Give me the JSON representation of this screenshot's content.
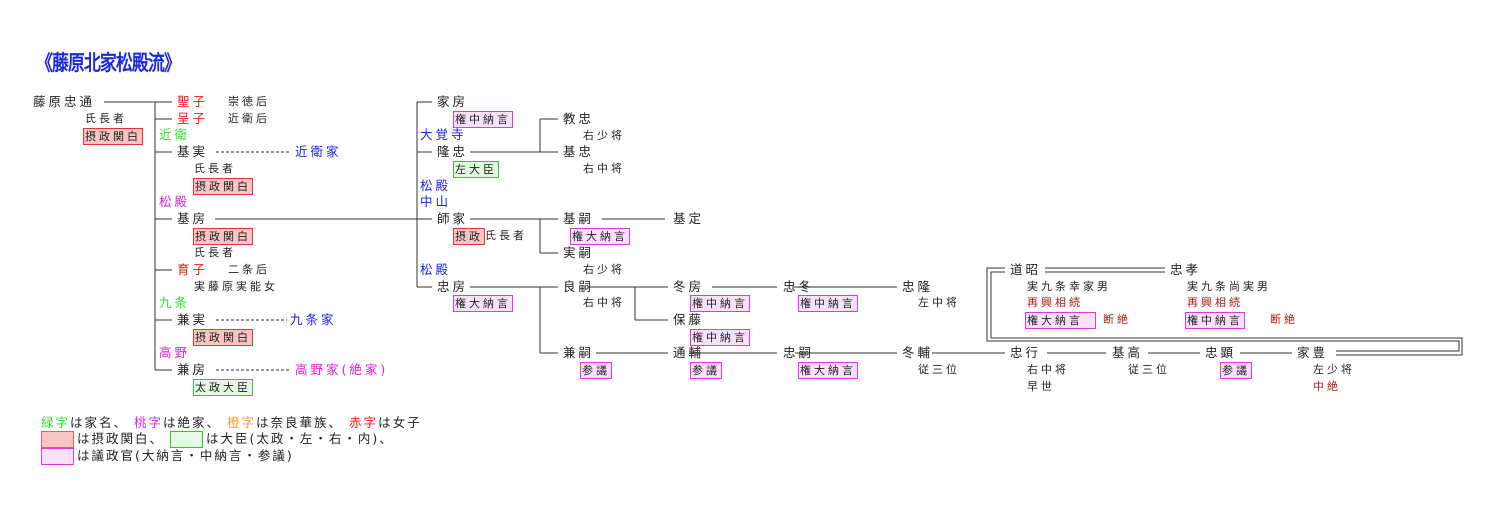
{
  "title": "《藤原北家松殿流》",
  "nodes": {
    "tadamichi": "藤原忠通",
    "tadamichi_t1": "氏長者",
    "tadamichi_t2": "摂政関白",
    "kiyoko": "聖子",
    "kiyoko_t": "崇徳后",
    "teishi": "呈子",
    "teishi_t": "近衛后",
    "konoe_label": "近衛",
    "motozane": "基実",
    "konoe_house": "近衛家",
    "motozane_t1": "氏長者",
    "motozane_t2": "摂政関白",
    "matsudono_label": "松殿",
    "motofusa": "基房",
    "motofusa_t1": "摂政関白",
    "motofusa_t2": "氏長者",
    "ikushi": "育子",
    "ikushi_t1": "二条后",
    "ikushi_t2": "実藤原実能女",
    "kujo_label": "九条",
    "kanezane": "兼実",
    "kujo_house": "九条家",
    "kanezane_t": "摂政関白",
    "koya_label": "高野",
    "kanefusa": "兼房",
    "koya_house": "高野家(絶家)",
    "kanefusa_t": "太政大臣",
    "iefusa": "家房",
    "iefusa_t": "権中納言",
    "daikakuji_label": "大覚寺",
    "takatada": "隆忠",
    "takatada_t": "左大臣",
    "matsudono_label2": "松殿",
    "nakayama_label": "中山",
    "moroie": "師家",
    "moroie_t1": "摂政",
    "moroie_t2": "氏長者",
    "matsudono_label3": "松殿",
    "tadafusa": "忠房",
    "tadafusa_t": "権大納言",
    "noritada": "教忠",
    "noritada_t": "右少将",
    "mototada": "基忠",
    "mototada_t": "右中将",
    "mototsugu": "基嗣",
    "mototsugu_t": "権大納言",
    "motosada": "基定",
    "sanetsugu": "実嗣",
    "sanetsugu_t": "右少将",
    "yoshitsugu": "良嗣",
    "yoshitsugu_t": "右中将",
    "kanetsugu": "兼嗣",
    "kanetsugu_t": "参議",
    "fuyufusa": "冬房",
    "fuyufusa_t": "権中納言",
    "yasufuji": "保藤",
    "yasufuji_t": "権中納言",
    "tadafuyu": "忠冬",
    "tadafuyu_t": "権中納言",
    "tadataka": "忠隆",
    "tadataka_t": "左中将",
    "michisuke": "通輔",
    "michisuke_t": "参議",
    "tadatsugu": "忠嗣",
    "tadatsugu_t": "権大納言",
    "fuyusuke": "冬輔",
    "fuyusuke_t": "従三位",
    "tadayuki": "忠行",
    "tadayuki_t1": "右中将",
    "tadayuki_t2": "早世",
    "mototaka": "基高",
    "mototaka_t": "従三位",
    "tadaaki": "忠顕",
    "tadaaki_t": "参議",
    "ietoyo": "家豊",
    "ietoyo_t1": "左少将",
    "ietoyo_t2": "中絶",
    "dosho": "道昭",
    "dosho_t1": "実九条幸家男",
    "dosho_t2": "再興相続",
    "dosho_t3": "権大納言",
    "dosho_t4": "断絶",
    "tadataka2": "忠孝",
    "tadataka2_t1": "実九条尚実男",
    "tadataka2_t2": "再興相続",
    "tadataka2_t3": "権中納言",
    "tadataka2_t4": "断絶"
  },
  "legend": {
    "green_word": "緑字",
    "green_desc": "は家名、",
    "pink_word": "桃字",
    "pink_desc": "は絶家、",
    "orange_word": "橙字",
    "orange_desc": "は奈良華族、",
    "red_word": "赤字",
    "red_desc": "は女子",
    "regent_desc": "は摂政関白、",
    "minister_desc": "は大臣(太政・左・右・内)、",
    "council_desc": "は議政官(大納言・中納言・参議)"
  },
  "colors": {
    "title": "#1a2ad8",
    "green": "#30e030",
    "pink": "#e020e0",
    "orange": "#f0a030",
    "red": "#ff1010",
    "house": "#2020e0",
    "note": "#b01818"
  }
}
